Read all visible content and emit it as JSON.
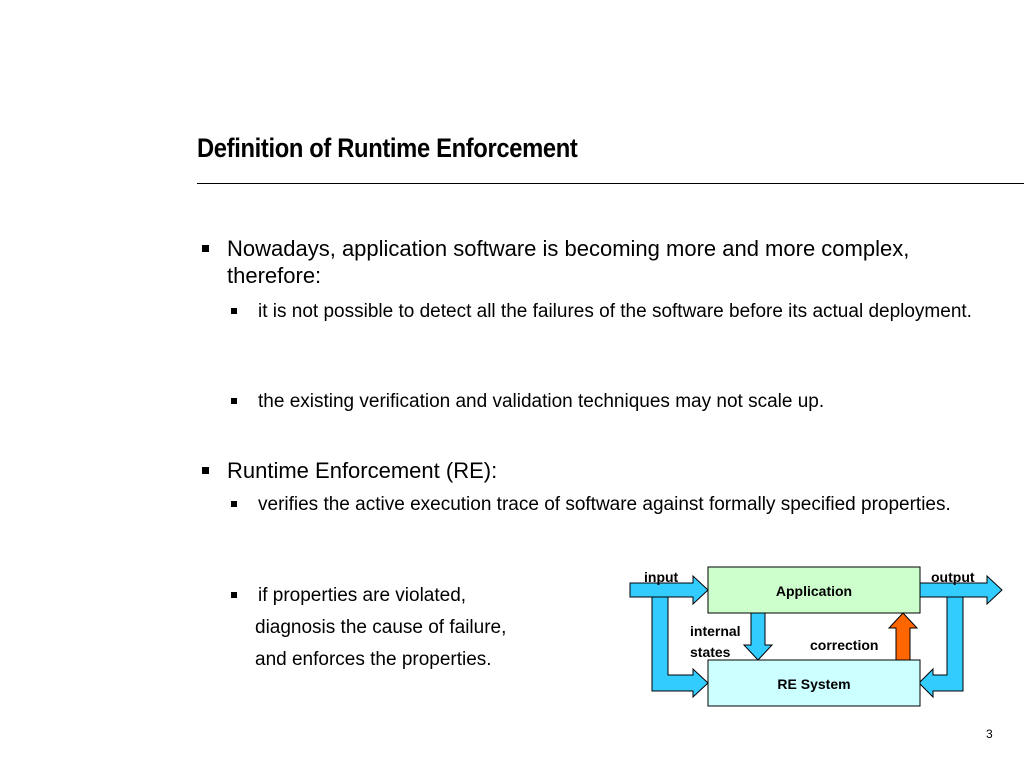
{
  "slide": {
    "title": "Definition of Runtime Enforcement",
    "page_number": "3"
  },
  "bullets": {
    "b1": "Nowadays, application software is becoming more and more complex, therefore:",
    "b1_sub1": "it is not possible to detect all the failures of the software before its actual deployment.",
    "b1_sub2": "the existing verification and validation techniques may not scale up.",
    "b2": "Runtime Enforcement (RE):",
    "b2_sub1": "verifies the active execution trace of software against formally specified properties.",
    "b2_sub2": "if properties are violated,",
    "b2_cont1": "diagnosis the cause of failure,",
    "b2_cont2": "and enforces the properties."
  },
  "diagram": {
    "application_label": "Application",
    "re_system_label": "RE System",
    "input_label": "input",
    "output_label": "output",
    "internal_label_line1": "internal",
    "internal_label_line2": "states",
    "correction_label": "correction",
    "colors": {
      "application_fill": "#ccffcc",
      "re_system_fill": "#ccffff",
      "arrow_blue": "#33ccff",
      "arrow_orange": "#ff6600"
    }
  }
}
